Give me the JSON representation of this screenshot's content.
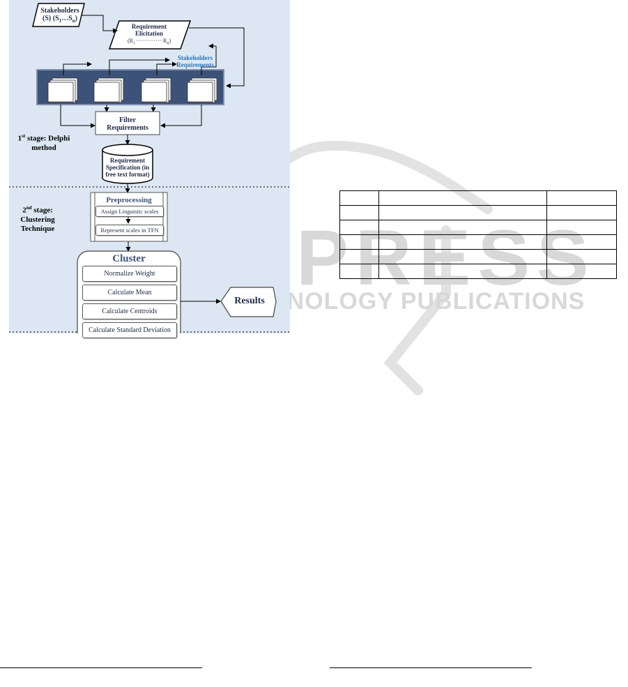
{
  "figure": {
    "stakeholders_line1": "Stakeholders",
    "stakeholders_line2": "(S) (S",
    "stakeholders_sub1": "1",
    "stakeholders_ellipsis": "…S",
    "stakeholders_subn": "n",
    "stakeholders_close": ")",
    "elicitation_line1": "Requirement",
    "elicitation_line2": "Elicitation",
    "elicitation_r1": "(R",
    "elicitation_r1_sub": "1",
    "elicitation_dots": "···············",
    "elicitation_rn": "R",
    "elicitation_rn_sub": "n",
    "elicitation_close": ")",
    "stakeholders_req_line1": "Stakeholders",
    "stakeholders_req_line2": "Requirements",
    "filter_line1": "Filter",
    "filter_line2": "Requirements",
    "stage1_prefix": "1",
    "stage1_sup": "st",
    "stage1_rest": " stage: Delphi",
    "stage1_line2": "method",
    "spec_line1": "Requirement",
    "spec_line2": "Specification (in",
    "spec_line3": "free text format)",
    "stage2_prefix": "2",
    "stage2_sup": "nd",
    "stage2_rest": " stage:",
    "stage2_line2": "Clustering",
    "stage2_line3": "Technique",
    "preprocessing": "Preprocessing",
    "assign_scales": "Assign Linguistic scales",
    "represent_tfn": "Represent scales in TFN",
    "cluster": "Cluster",
    "cluster_steps": [
      "Normalize Weight",
      "Calculate Mean",
      "Calculate Centroids",
      "Calculate Standard Deviation"
    ],
    "results": "Results"
  },
  "watermark": {
    "brand": "SCITEPRESS",
    "tagline": "SCIENCE AND TECHNOLOGY PUBLICATIONS"
  },
  "colors": {
    "figure_bg": "#dce7f3",
    "doc_band": "#3d5278",
    "accent_blue": "#2e75b6",
    "watermark": "#d9d9d9"
  }
}
